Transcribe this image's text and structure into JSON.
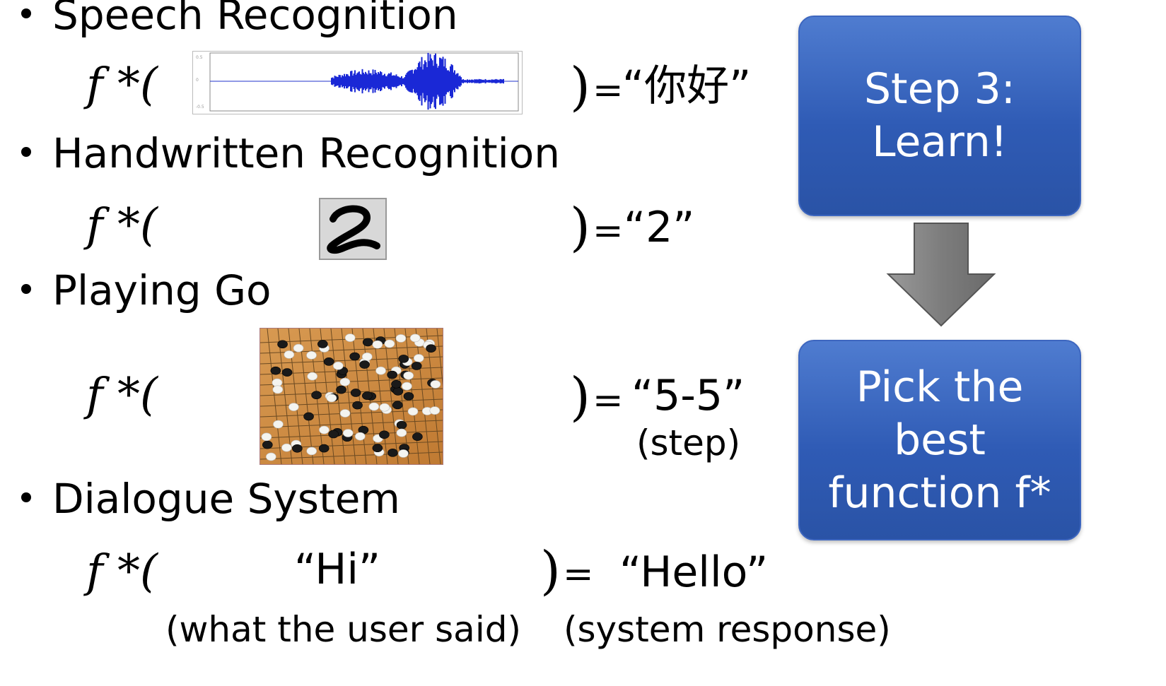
{
  "items": [
    {
      "bullet": "Speech Recognition",
      "func": "f *(",
      "output": "“你好”"
    },
    {
      "bullet": "Handwritten Recognition",
      "func": "f *(",
      "output": "“2”"
    },
    {
      "bullet": "Playing Go",
      "func": "f *(",
      "output": "“5-5”",
      "output_note": "(step)"
    },
    {
      "bullet": "Dialogue System",
      "func": "f *(",
      "input": "“Hi”",
      "output": "“Hello”",
      "input_note": "(what the user said)",
      "output_note": "(system response)"
    }
  ],
  "right_paren": ")",
  "equals": "=",
  "step_box": {
    "line1": "Step 3:",
    "line2": "Learn!"
  },
  "result_box": {
    "line1": "Pick the",
    "line2": "best",
    "line3": "function f*"
  },
  "colors": {
    "box_blue": "#3461b8",
    "arrow_gray": "#8a8a8a"
  }
}
